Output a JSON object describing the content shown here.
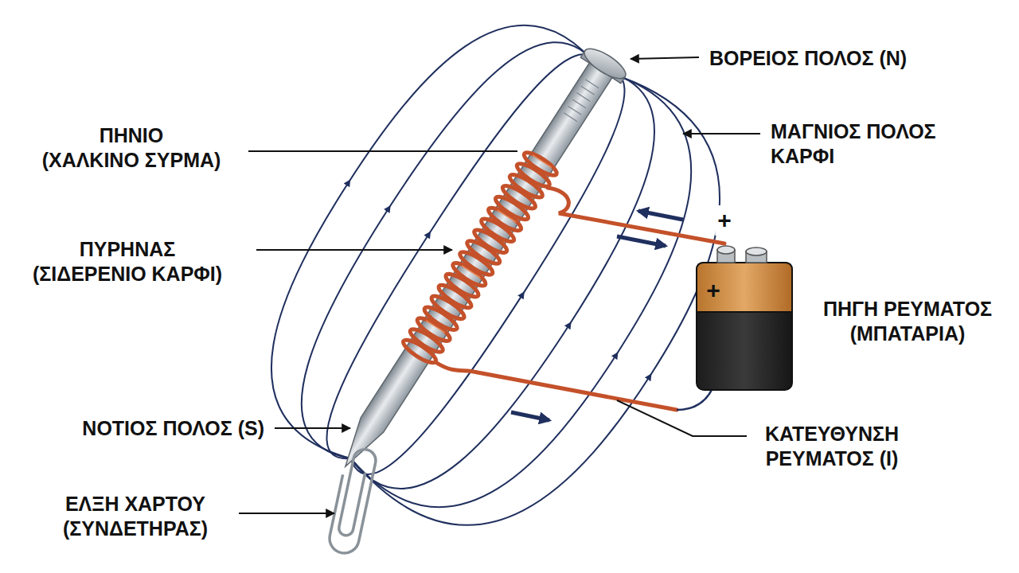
{
  "diagram": {
    "labels": [
      "ΒΟΡΕΙΟΣ ΠΟΛΟΣ (N)",
      "ΠΗΝΙΟ (ΧΑΛΚΙΝΟ ΣΥΡΜΑ)",
      "ΜΑΓΝΙΟΣ ΠΟΛΟΣ ΚΑΡΦΙ",
      "+",
      "ΠΥΡΗΝΑΣ (ΣΙΔΕΡΕΝΙΟ ΚΑΡΦΙ)",
      "+",
      "ΠΗΓΗ ΡΕΥΜΑΤΟΣ (ΜΠΑΤΑΡΙΑ)",
      "ΝΟΤΙΟΣ ΠΟΛΟΣ (S)",
      "ΚΑΤΕΥΘΥΝΣΗ ΡΕΥΜΑΤΟΣ (I)",
      "ΕΛΞΗ ΧΑΡΤΟΥ (ΣΥΝΔΕΤΗΡΑΣ)"
    ]
  }
}
